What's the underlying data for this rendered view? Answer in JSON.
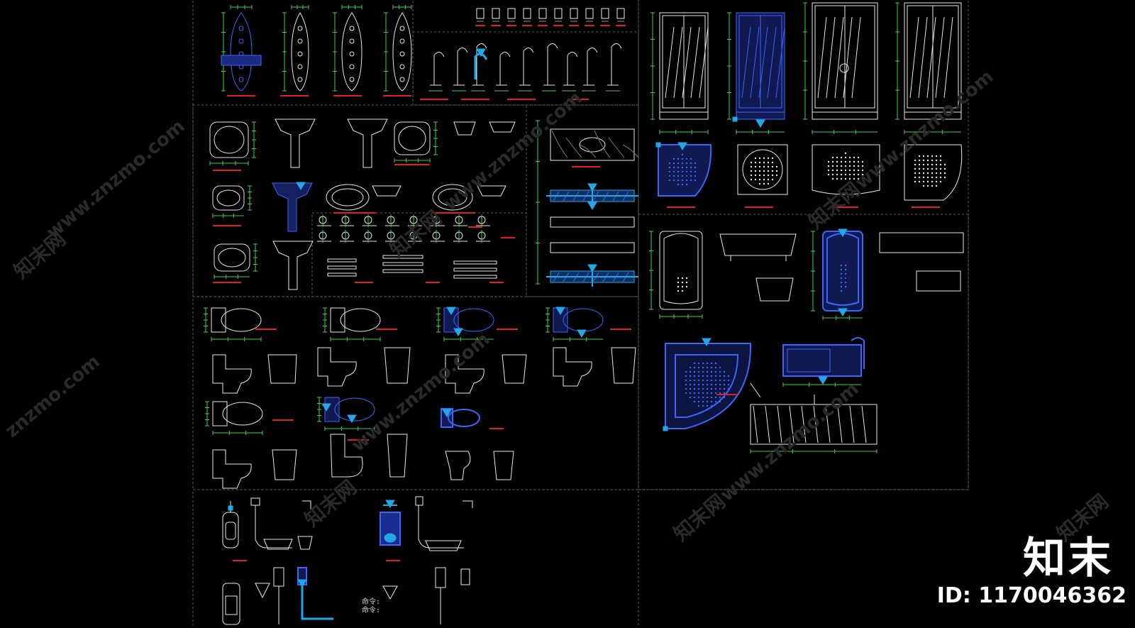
{
  "colors": {
    "background": "#000000",
    "frame": "#5a5a5a",
    "line_white": "#e8e8e8",
    "line_green": "#3dd04a",
    "line_red": "#e02020",
    "line_yellow": "#e8e820",
    "selected_blue": "#3a66ff",
    "grip_cyan": "#22a8e8",
    "watermark": "#2a2a2a"
  },
  "watermark": {
    "site": "www.znzmo.com",
    "site_short": "znzmo.com",
    "name_cn": "知末网"
  },
  "brand": {
    "logo_text": "知末",
    "id_label": "ID: 1170046362"
  },
  "command_line": {
    "line1": "命令:",
    "line2": "命令:"
  },
  "icons": [
    "shower-panel-icon",
    "faucet-icon",
    "washbasin-icon",
    "pedestal-basin-icon",
    "bathroom-accessory-icon",
    "vanity-counter-icon",
    "shower-room-icon",
    "shower-tray-icon",
    "bathtub-icon",
    "corner-bathtub-icon",
    "toilet-icon",
    "bidet-icon",
    "urinal-icon",
    "squat-toilet-icon"
  ]
}
